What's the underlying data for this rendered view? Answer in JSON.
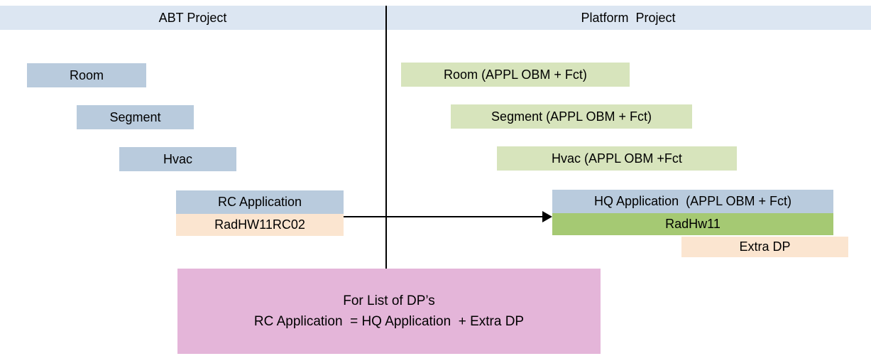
{
  "header": {
    "left_title": "ABT Project",
    "right_title": "Platform  Project"
  },
  "abt": {
    "boxes": [
      {
        "label": "Room"
      },
      {
        "label": "Segment"
      },
      {
        "label": "Hvac"
      },
      {
        "label": "RC Application"
      },
      {
        "label": "RadHW11RC02"
      }
    ]
  },
  "platform": {
    "boxes": [
      {
        "label": "Room (APPL OBM + Fct)"
      },
      {
        "label": "Segment (APPL OBM + Fct)"
      },
      {
        "label": "Hvac (APPL OBM +Fct"
      },
      {
        "label": "HQ Application  (APPL OBM + Fct)"
      },
      {
        "label": "RadHw11"
      },
      {
        "label": "Extra DP"
      }
    ]
  },
  "note": {
    "line1": "For List of DP’s",
    "line2": "RC Application  = HQ Application  + Extra DP"
  },
  "colors": {
    "header_bg": "#dce6f2",
    "blue_box": "#b9cbdd",
    "light_green_box": "#d7e4bc",
    "green_box": "#a5c973",
    "peach_box": "#fbe5d0",
    "pink_box": "#e4b5d9",
    "line": "#000000"
  }
}
